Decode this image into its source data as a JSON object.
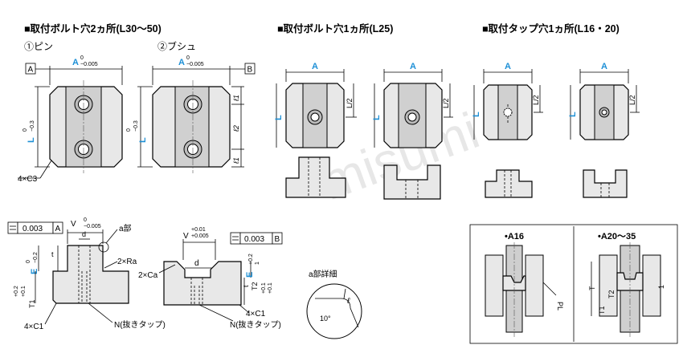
{
  "headings": {
    "bolt2": "■取付ボルト穴2ヵ所(L30～50)",
    "bolt1": "■取付ボルト穴1ヵ所(L25)",
    "tap1": "■取付タップ穴1ヵ所(L16・20)"
  },
  "variants": {
    "pin": "①ピン",
    "bush": "②ブシュ"
  },
  "dims": {
    "A": "A",
    "L": "L",
    "E": "E",
    "T": "T",
    "T1": "T1",
    "T2": "T2",
    "d": "d",
    "t": "t",
    "V": "V",
    "tol_A": "−0.005",
    "tol_zero": "0",
    "tol_L": "−0.3",
    "tol_V_plus": "+0.01",
    "tol_V_plus2": "+0.005",
    "tol_V": "−0.005",
    "tol_E": "−0.2",
    "tol_T1a": "+0.2",
    "tol_T1b": "+0.1",
    "tol_T": "+0.2",
    "tol_T2": "+0.1",
    "half_L": "L/2",
    "l1": "ℓ1",
    "l2": "ℓ2",
    "chamfer_c3": "4×C3",
    "chamfer_c1": "4×C1",
    "chamfer_c1b": "4×C1",
    "ra": "2×Ra",
    "ca": "2×Ca",
    "tol_box": "0.003",
    "datum_a": "A",
    "datum_b": "B",
    "thread": "N(抜きタップ)",
    "thread2": "N(抜きタップ)",
    "a_part": "a部",
    "a_detail": "a部詳細",
    "angle": "10°",
    "l_small": "ℓ",
    "one": "1",
    "pl": "PL"
  },
  "boxes": {
    "a16": "•A16",
    "a20": "•A20～35"
  },
  "watermark": "misumi"
}
